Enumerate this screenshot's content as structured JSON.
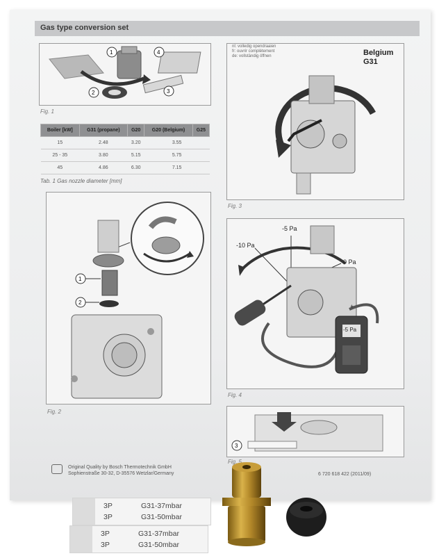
{
  "header": {
    "title": "Gas type conversion set"
  },
  "figures": {
    "fig1_label": "Fig. 1",
    "fig2_label": "Fig. 2",
    "fig3_label": "Fig. 3",
    "fig4_label": "Fig. 4",
    "fig5_label": "Fig. 5",
    "callouts": [
      "1",
      "2",
      "3",
      "4"
    ]
  },
  "table": {
    "headers": [
      "Boiler [kW]",
      "G31 (propane)",
      "G20",
      "G20 (Belgium)",
      "G25"
    ],
    "rows": [
      [
        "15",
        "2.48",
        "3.20",
        "3.55",
        ""
      ],
      [
        "25 - 35",
        "3.80",
        "5.15",
        "5.75",
        ""
      ],
      [
        "45",
        "4.86",
        "6.30",
        "7.15",
        ""
      ]
    ],
    "caption": "Tab. 1   Gas nozzle diameter [mm]"
  },
  "fig3": {
    "instructions": [
      "nl: volledig opendraaien",
      "fr: ouvrir complètement",
      "de: vollständig öffnen"
    ],
    "belgium": "Belgium",
    "gas": "G31"
  },
  "fig4": {
    "pressures": [
      "-10 Pa",
      "-5 Pa",
      "0 Pa"
    ],
    "meter": "-5 Pa",
    "plus": "+"
  },
  "footer": {
    "line1": "Original Quality by Bosch Thermotechnik GmbH",
    "line2": "Sophienstraße 30-32, D-35576 Wetzlar/Germany",
    "doc": "6 720 618 422 (2011/09)"
  },
  "labels": [
    {
      "row1_code": "3P",
      "row1_text": "G31-37mbar",
      "row2_code": "3P",
      "row2_text": "G31-50mbar"
    },
    {
      "row1_code": "3P",
      "row1_text": "G31-37mbar",
      "row2_code": "3P",
      "row2_text": "G31-50mbar"
    }
  ]
}
